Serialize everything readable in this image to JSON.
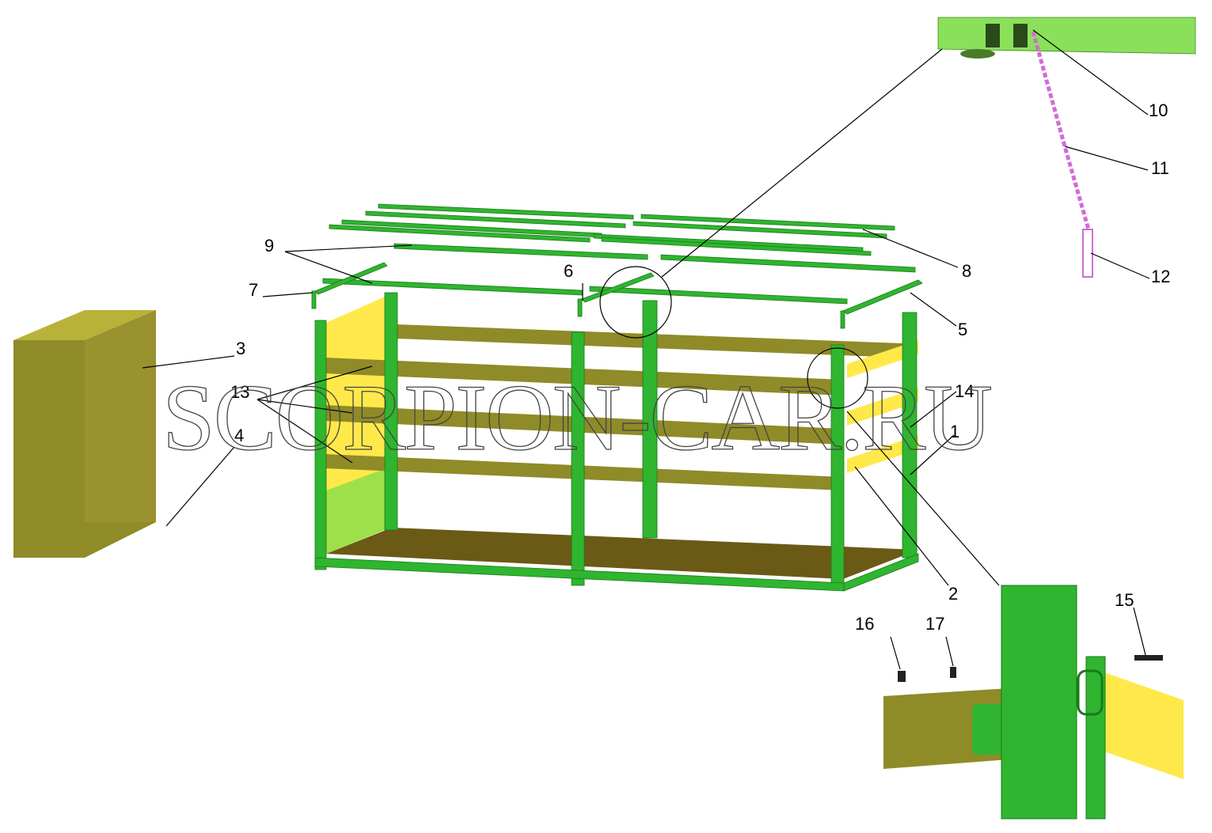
{
  "callouts": {
    "c1": "1",
    "c2": "2",
    "c3": "3",
    "c4": "4",
    "c5": "5",
    "c6": "6",
    "c7": "7",
    "c8": "8",
    "c9": "9",
    "c10": "10",
    "c11": "11",
    "c12": "12",
    "c13": "13",
    "c14": "14",
    "c15": "15",
    "c16": "16",
    "c17": "17"
  },
  "watermark": "SCORPION-CAR.RU",
  "colors": {
    "frame_green": "#2fb52f",
    "bright_green": "#8be05a",
    "olive": "#8f8b28",
    "yellow": "#ffe94a",
    "floor": "#6b5a16",
    "chain": "#d26bd6"
  }
}
